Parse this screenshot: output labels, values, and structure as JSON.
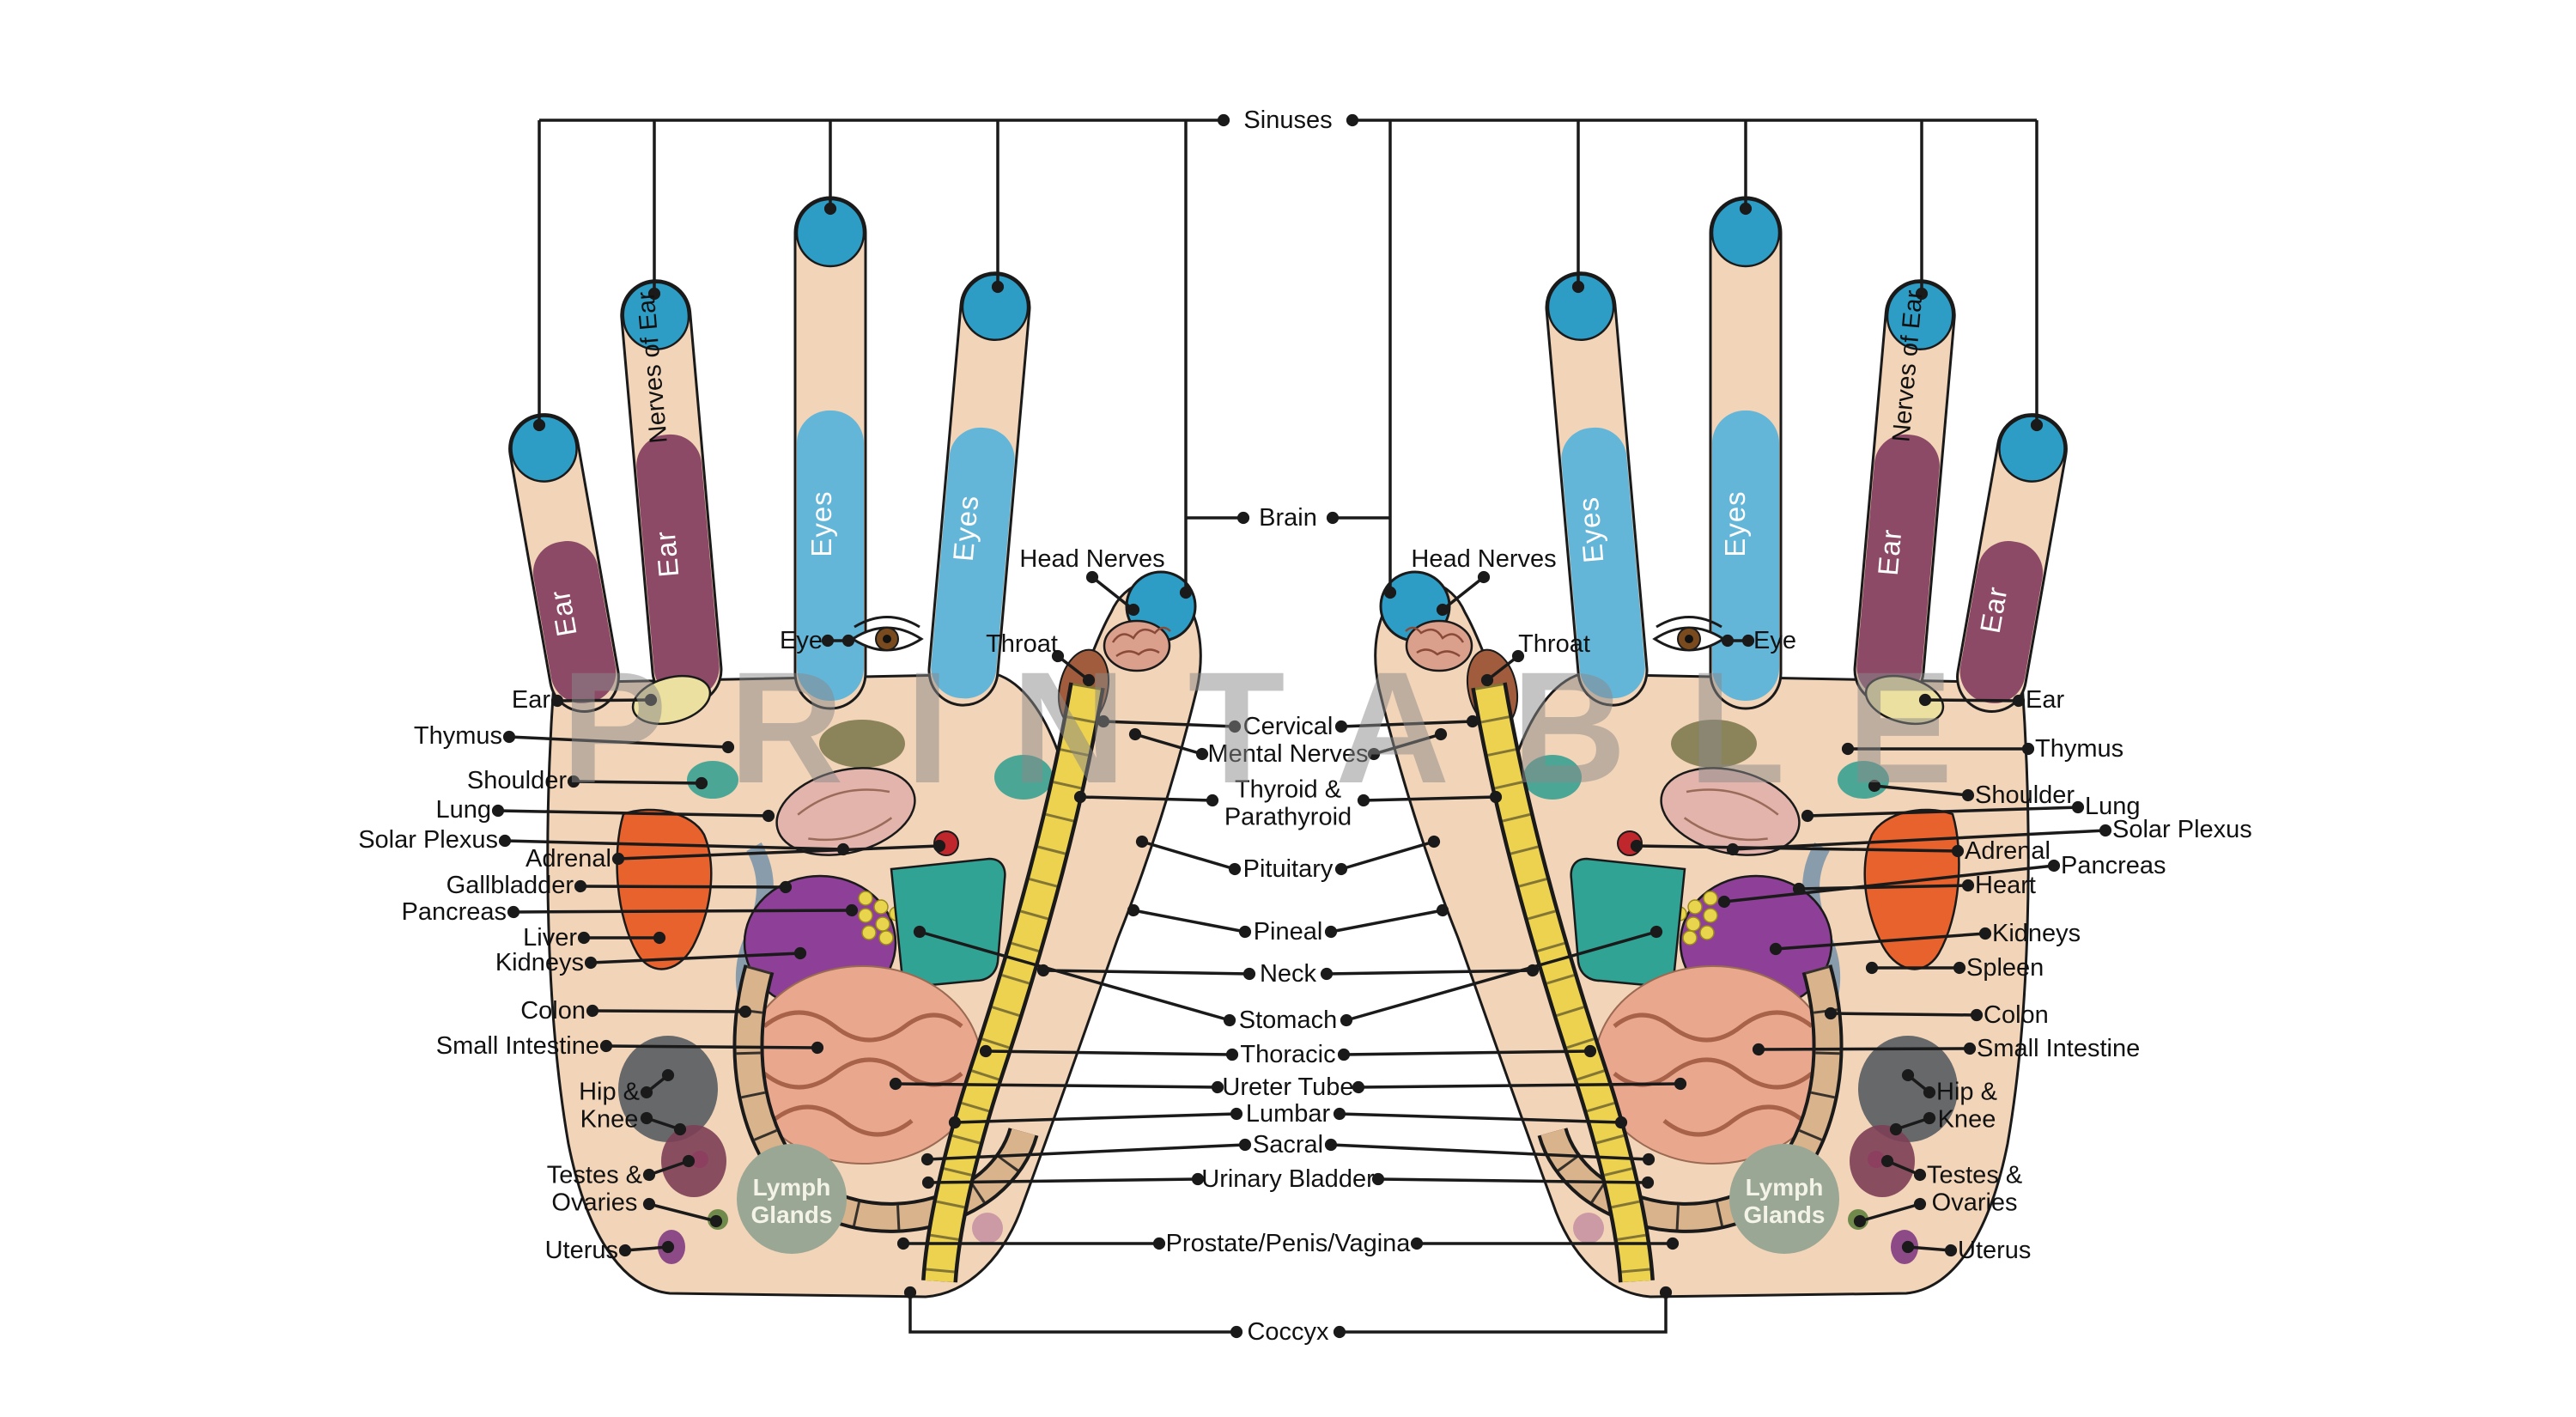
{
  "watermark": "PRINTABLE",
  "colors": {
    "skin": "#f2d4b8",
    "fingertip_blue": "#2e9dc6",
    "eyes_zone_blue": "#64b6d9",
    "ear_zone_maroon": "#8c4a66",
    "outline": "#1a1a1a",
    "watermark_gray": "#8a8a8a",
    "lymph_circle": "#9aa794",
    "spine_yellow": "#ecd24f",
    "kidney_purple": "#8e3f97",
    "stomach_teal": "#30a394",
    "liver_orange": "#e8622d",
    "intestine_salmon": "#e9a78e"
  },
  "center_labels": {
    "sinuses": "Sinuses",
    "brain": "Brain",
    "cervical": "Cervical",
    "mental_nerves": "Mental Nerves",
    "thyroid_line1": "Thyroid &",
    "thyroid_line2": "Parathyroid",
    "pituitary": "Pituitary",
    "pineal": "Pineal",
    "neck": "Neck",
    "stomach": "Stomach",
    "thoracic": "Thoracic",
    "ureter_tube": "Ureter Tube",
    "lumbar": "Lumbar",
    "sacral": "Sacral",
    "urinary_bladder": "Urinary Bladder",
    "prostate_penis_vagina": "Prostate/Penis/Vagina",
    "coccyx": "Coccyx"
  },
  "hand_labels": {
    "head_nerves": "Head Nerves",
    "throat": "Throat",
    "eye": "Eye"
  },
  "left_labels": [
    {
      "text": "Ear"
    },
    {
      "text": "Thymus"
    },
    {
      "text": "Shoulder"
    },
    {
      "text": "Lung"
    },
    {
      "text": "Solar Plexus"
    },
    {
      "text": "Adrenal"
    },
    {
      "text": "Gallbladder"
    },
    {
      "text": "Pancreas"
    },
    {
      "text": "Liver"
    },
    {
      "text": "Kidneys"
    },
    {
      "text": "Colon"
    },
    {
      "text": "Small Intestine"
    },
    {
      "line1": "Hip &",
      "line2": "Knee"
    },
    {
      "line1": "Testes &",
      "line2": "Ovaries"
    },
    {
      "text": "Uterus"
    }
  ],
  "right_labels": [
    {
      "text": "Ear"
    },
    {
      "text": "Thymus"
    },
    {
      "text": "Shoulder"
    },
    {
      "text": "Lung"
    },
    {
      "text": "Solar Plexus"
    },
    {
      "text": "Adrenal"
    },
    {
      "text": "Pancreas"
    },
    {
      "text": "Heart"
    },
    {
      "text": "Kidneys"
    },
    {
      "text": "Spleen"
    },
    {
      "text": "Colon"
    },
    {
      "text": "Small Intestine"
    },
    {
      "line1": "Hip &",
      "line2": "Knee"
    },
    {
      "line1": "Testes &",
      "line2": "Ovaries"
    },
    {
      "text": "Uterus"
    }
  ],
  "finger_labels": {
    "ear": "Ear",
    "eyes": "Eyes",
    "nerves_of_ear": "Nerves of Ear"
  },
  "on_hand": {
    "lymph_line1": "Lymph",
    "lymph_line2": "Glands"
  }
}
